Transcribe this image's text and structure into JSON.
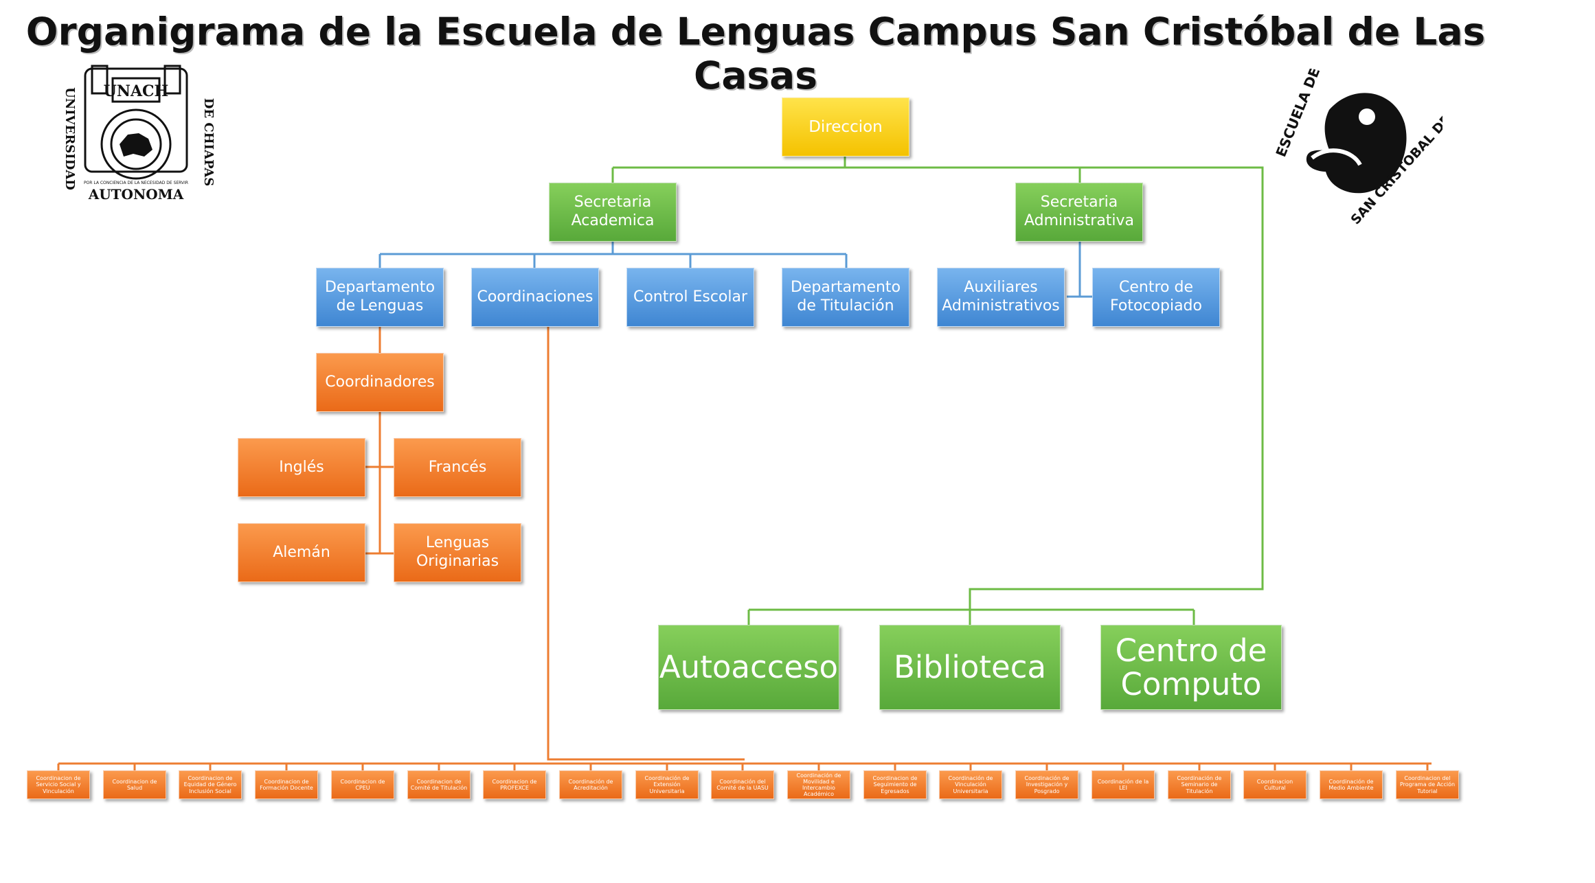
{
  "title": "Organigrama de la Escuela de Lenguas Campus San Cristóbal de Las Casas",
  "logos": {
    "unach": {
      "top_text": "UNACH",
      "left_text": "UNIVERSIDAD",
      "right_text": "DE CHIAPAS",
      "bottom_text": "AUTONOMA",
      "ring_text": "POR LA CONCIENCIA DE LA NECESIDAD DE SERVIR"
    },
    "escuela": {
      "top_text": "ESCUELA DE LENGUAS",
      "bottom_text": "SAN CRISTOBAL DE LAS CASAS"
    }
  },
  "colors": {
    "gold": "#f4c200",
    "green": "#58a93a",
    "blue": "#3f86d2",
    "orange": "#ea6a18",
    "green_line": "#6dbb45",
    "blue_line": "#5b9bd5",
    "orange_line": "#ed7d31"
  },
  "nodes": {
    "direccion": "Direccion",
    "sec_academica": "Secretaria\nAcademica",
    "sec_administrativa": "Secretaria\nAdministrativa",
    "dep_lenguas": "Departamento\nde Lenguas",
    "coordinaciones": "Coordinaciones",
    "control_escolar": "Control Escolar",
    "dep_titulacion": "Departamento\nde Titulación",
    "auxiliares": "Auxiliares\nAdministrativos",
    "fotocopiado": "Centro de\nFotocopiado",
    "coordinadores": "Coordinadores",
    "ingles": "Inglés",
    "frances": "Francés",
    "aleman": "Alemán",
    "originarias": "Lenguas\nOriginarias",
    "autoacceso": "Autoacceso",
    "biblioteca": "Biblioteca",
    "computo": "Centro de\nComputo"
  },
  "coordinaciones_list": [
    "Coordinacion de Servicio Social y Vinculación",
    "Coordinacion de Salud",
    "Coordinacion de Equidad de Género Inclusión Social",
    "Coordinacion de Formación Docente",
    "Coordinacion de CPEU",
    "Coordinacion de Comité de Titulación",
    "Coordinacion de PROFEXCE",
    "Coordinación de Acreditación",
    "Coordinación de Extensión Universitaria",
    "Coordinación del Comité de la UASU",
    "Coordinación de Movilidad e Intercambio Académico",
    "Coordinacion de Seguimiento de Egresados",
    "Coordinación de Vinculación Universitaria",
    "Coordinación de Investigación y Posgrado",
    "Coordinación de la LEI",
    "Coordinación de Seminario de Titulación",
    "Coordinacion Cultural",
    "Coordinación de Medio Ambiente",
    "Coordinacion del Programa de Acción Tutorial"
  ]
}
